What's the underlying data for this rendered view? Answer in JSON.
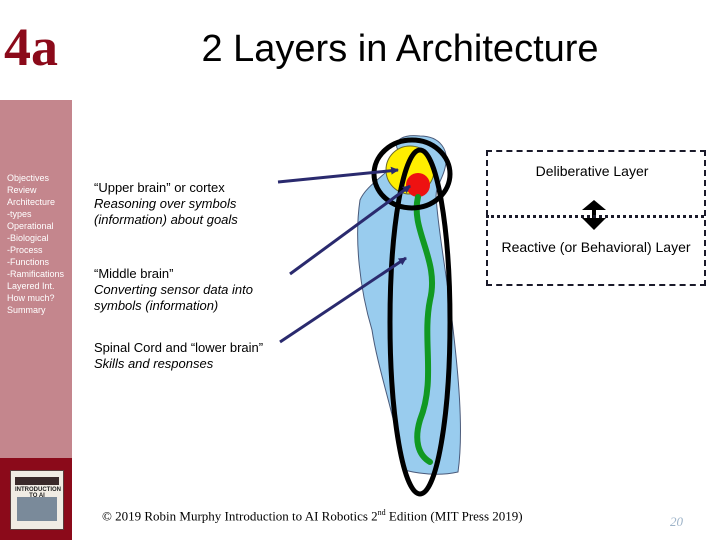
{
  "chapter": "4a",
  "title": "2 Layers in Architecture",
  "nav": [
    "Objectives",
    "Review",
    "Architecture",
    "-types",
    "Operational",
    "-Biological",
    "-Process",
    "-Functions",
    "-Ramifications",
    "Layered Int.",
    "How much?",
    "Summary"
  ],
  "book_cover": {
    "title": "INTRODUCTION TO AI ROBOTICS"
  },
  "labels": {
    "upper": {
      "head": "“Upper brain” or cortex",
      "desc": "Reasoning over symbols (information) about goals"
    },
    "middle": {
      "head": "“Middle brain”",
      "desc": "Converting sensor data into symbols (information)"
    },
    "lower": {
      "head": "Spinal Cord and “lower brain”",
      "desc": "Skills and responses"
    }
  },
  "layers": {
    "deliberative": "Deliberative Layer",
    "reactive": "Reactive (or Behavioral) Layer"
  },
  "footer": {
    "prefix": "© 2019 Robin Murphy Introduction to AI Robotics 2",
    "sup": "nd",
    "suffix": " Edition (MIT Press 2019)"
  },
  "page_number": "20",
  "colors": {
    "accent": "#8b0a1a",
    "sidebar": "#c4868d",
    "body_fill": "#99ccee",
    "upper_brain": "#ffee00",
    "middle_brain": "#ee1111",
    "spinal": "#119922",
    "arrow": "#2a2a6e"
  }
}
